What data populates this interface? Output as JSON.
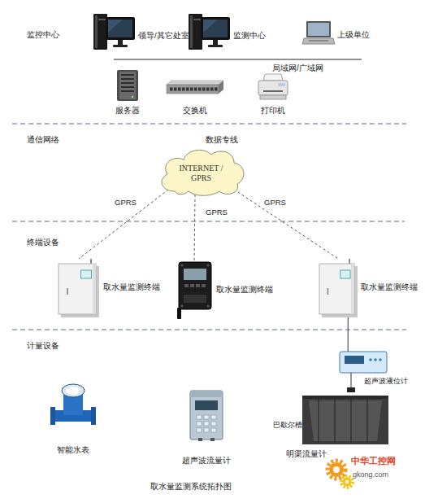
{
  "diagram": {
    "caption": "取水量监测系统拓扑图",
    "nodes": [
      {
        "text": [
          "领导/其它处室"
        ]
      },
      {
        "text": [
          "监测中心"
        ]
      },
      {
        "text": [
          "上级单位"
        ]
      },
      {
        "text": [
          "服务器"
        ]
      },
      {
        "text": [
          "交换机"
        ]
      },
      {
        "text": [
          "打印机"
        ]
      },
      {
        "text": [
          "INTERNET / GPRS"
        ]
      },
      {
        "text": [
          "取水量监测终端"
        ]
      },
      {
        "text": [
          "取水量监测终端"
        ]
      },
      {
        "text": [
          "取水量监测终端"
        ]
      },
      {
        "text": [
          "智能水表"
        ]
      },
      {
        "text": [
          "超声波流量计"
        ]
      },
      {
        "text": [
          "明渠流量计"
        ]
      }
    ],
    "edges": [
      {
        "from": 6,
        "to": 7,
        "arrow": "none",
        "label": "GPRS"
      },
      {
        "from": 6,
        "to": 8,
        "arrow": "none",
        "label": "GPRS"
      },
      {
        "from": 6,
        "to": 9,
        "arrow": "none",
        "label": "GPRS"
      },
      {
        "from": 9,
        "to": 12,
        "arrow": "none"
      }
    ],
    "labels": [
      "监控中心",
      "局域网/广域网",
      "通信网络",
      "数据专线",
      "终端设备",
      "计量设备",
      "超声波液位计",
      "巴歇尔槽",
      "中华工控网",
      "gkong.com"
    ]
  }
}
